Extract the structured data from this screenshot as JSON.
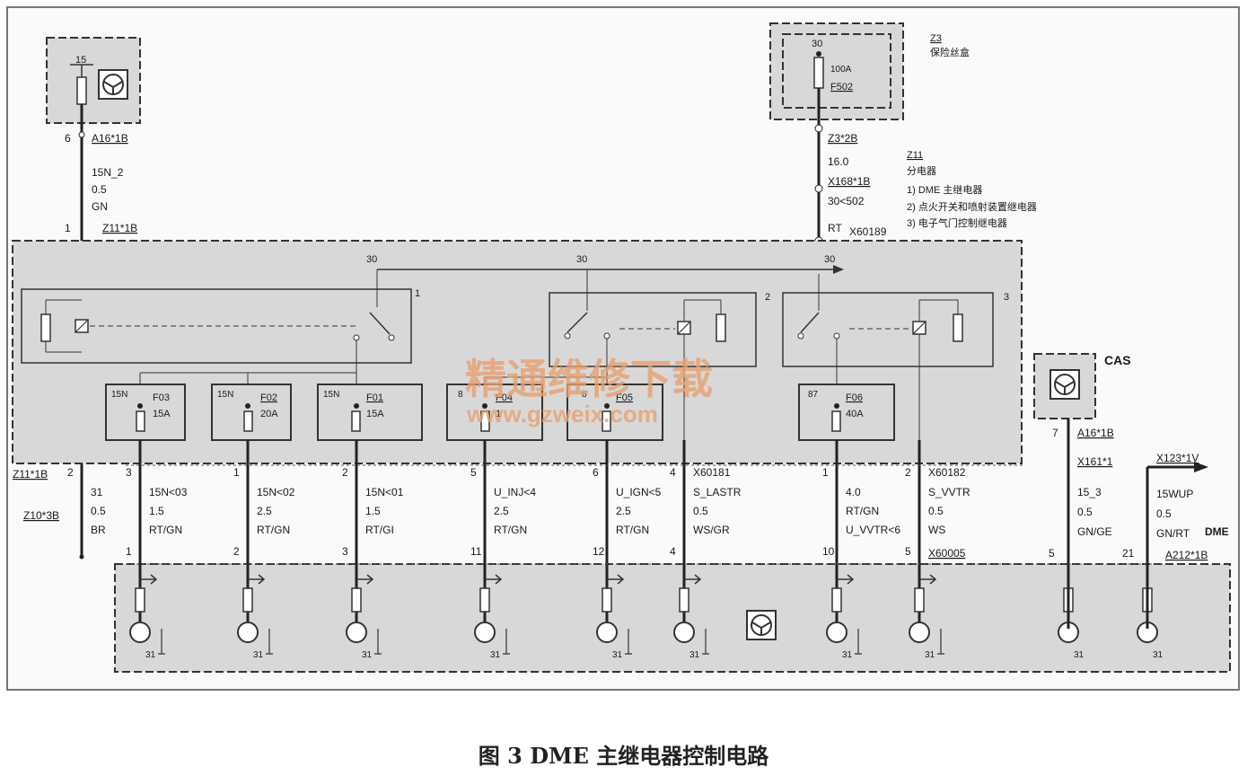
{
  "caption": "图 3   DME 主继电器控制电路",
  "watermark": {
    "line1": "精通维修下载",
    "line2": "www.gzweix.com",
    "color": "#e8a070"
  },
  "colors": {
    "box_fill": "#d8d8d8",
    "wire": "#222222",
    "line": "#333333"
  },
  "top_left": {
    "terminal": "15",
    "connector": "A16*1B",
    "pin_top": "6",
    "pin_bottom": "1",
    "wire_name": "15N_2",
    "wire_size": "0.5",
    "wire_color": "GN",
    "module": "Z11*1B"
  },
  "z3": {
    "id": "Z3",
    "name": "保险丝盒",
    "terminal": "30",
    "fuse_rating": "100A",
    "fuse": "F502",
    "connector": "Z3*2B",
    "wire_size": "16.0",
    "connector2": "X168*1B",
    "wire_name": "30<502",
    "wire_color": "RT",
    "splice": "X60189"
  },
  "z11": {
    "id": "Z11",
    "name": "分电器",
    "items": [
      "1)   DME 主继电器",
      "2)   点火开关和喷射装置继电器",
      "3)   电子气门控制继电器"
    ]
  },
  "relays": [
    {
      "number": "1",
      "terminal": "30"
    },
    {
      "number": "2",
      "terminal": "30"
    },
    {
      "number": "3",
      "terminal": "30"
    }
  ],
  "fuses": [
    {
      "terminal": "15N",
      "id": "F03",
      "rating": "15A"
    },
    {
      "terminal": "15N",
      "id": "F02",
      "rating": "20A"
    },
    {
      "terminal": "15N",
      "id": "F01",
      "rating": "15A"
    },
    {
      "terminal": "8",
      "id": "F04",
      "rating": "1"
    },
    {
      "terminal": "8",
      "id": "F05",
      "rating": ""
    },
    {
      "terminal": "87",
      "id": "F06",
      "rating": "40A"
    }
  ],
  "left_labels": {
    "z11": "Z11*1B",
    "z10": "Z10*3B"
  },
  "cas": {
    "label": "CAS",
    "connector": "A16*1B",
    "connector2": "X161*1",
    "pin": "7",
    "wire_name": "15_3",
    "wire_size": "0.5",
    "wire_color": "GN/GE",
    "pin_bottom": "5"
  },
  "x123": {
    "connector": "X123*1V",
    "wire_name": "15WUP",
    "wire_size": "0.5",
    "wire_color": "GN/RT",
    "pin": "21",
    "module": "DME",
    "connector2": "A212*1B"
  },
  "wires": [
    {
      "pin_top": "2",
      "name": "31",
      "size": "0.5",
      "color": "BR",
      "pin_bottom": ""
    },
    {
      "pin_top": "3",
      "name": "15N<03",
      "size": "1.5",
      "color": "RT/GN",
      "pin_bottom": "1"
    },
    {
      "pin_top": "1",
      "name": "15N<02",
      "size": "2.5",
      "color": "RT/GN",
      "pin_bottom": "2"
    },
    {
      "pin_top": "2",
      "name": "15N<01",
      "size": "1.5",
      "color": "RT/GI",
      "pin_bottom": "3"
    },
    {
      "pin_top": "5",
      "name": "U_INJ<4",
      "size": "2.5",
      "color": "RT/GN",
      "pin_bottom": "11"
    },
    {
      "pin_top": "6",
      "name": "U_IGN<5",
      "size": "2.5",
      "color": "RT/GN",
      "pin_bottom": "12"
    },
    {
      "pin_top": "4",
      "name": "S_LASTR",
      "size": "0.5",
      "color": "WS/GR",
      "pin_bottom": "4",
      "splice": "X60181"
    },
    {
      "pin_top": "1",
      "name": "4.0",
      "size": "RT/GN",
      "color": "U_VVTR<6",
      "pin_bottom": "10"
    },
    {
      "pin_top": "2",
      "name": "S_VVTR",
      "size": "0.5",
      "color": "WS",
      "pin_bottom": "5",
      "splice": "X60182",
      "splice2": "X60005"
    }
  ],
  "ground": "31"
}
